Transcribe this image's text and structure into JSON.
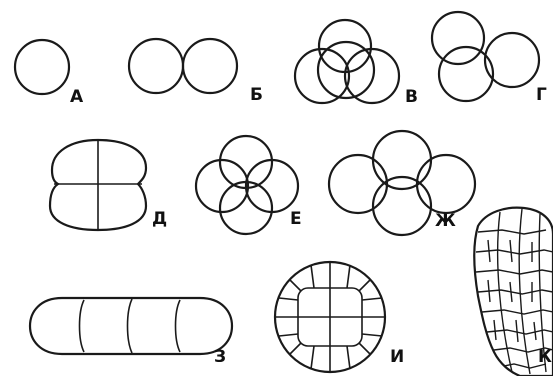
{
  "labels": {
    "a": "А",
    "b": "Б",
    "v": "В",
    "g": "Г",
    "d": "Д",
    "e": "Е",
    "zh": "Ж",
    "z": "З",
    "i": "И",
    "k": "К"
  }
}
